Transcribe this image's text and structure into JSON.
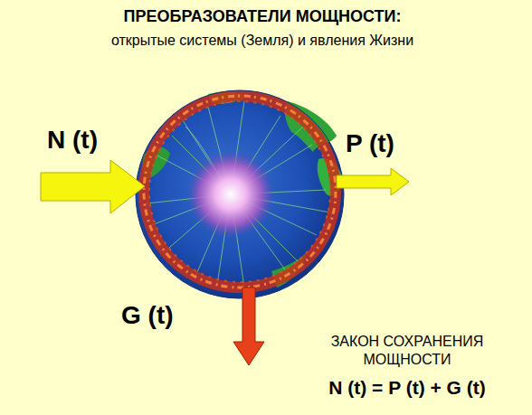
{
  "diagram": {
    "title": "ПРЕОБРАЗОВАТЕЛИ МОЩНОСТИ:",
    "labels": [
      "открытые системы (Земля) и явления Жизни",
      "N (t)",
      "P (t)",
      "G (t)",
      "ЗАКОН СОХРАНЕНИЯ МОЩНОСТИ",
      "N (t) = P (t) + G (t)"
    ]
  }
}
